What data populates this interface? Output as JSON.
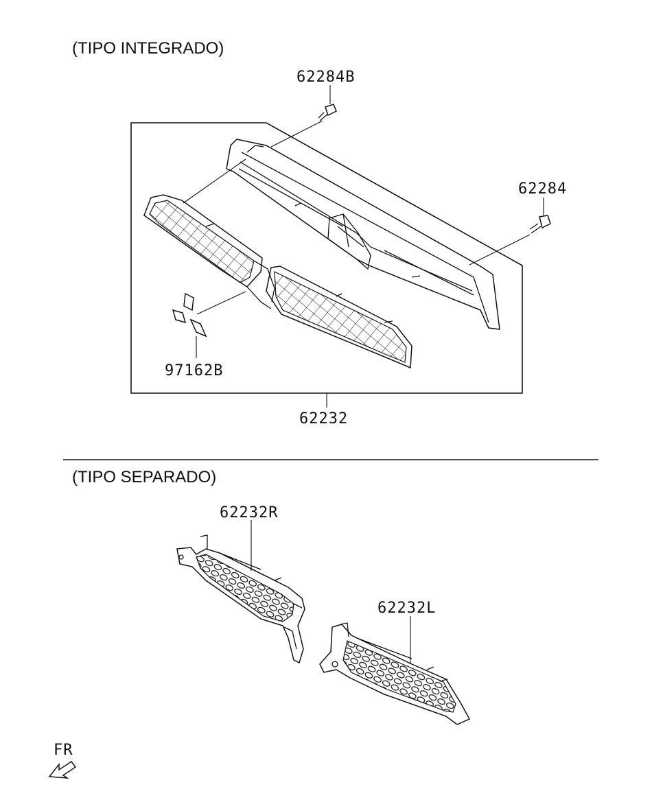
{
  "sections": {
    "integrated_title": "(TIPO INTEGRADO)",
    "separate_title": "(TIPO SEPARADO)"
  },
  "callouts": {
    "screw_b": "62284B",
    "screw": "62284",
    "emblem": "97162B",
    "grille_assembly": "62232",
    "grille_right": "62232R",
    "grille_left": "62232L"
  },
  "direction": {
    "label": "FR",
    "icon": "front-direction-arrow-icon"
  },
  "colors": {
    "line": "#111111",
    "background": "#ffffff"
  }
}
